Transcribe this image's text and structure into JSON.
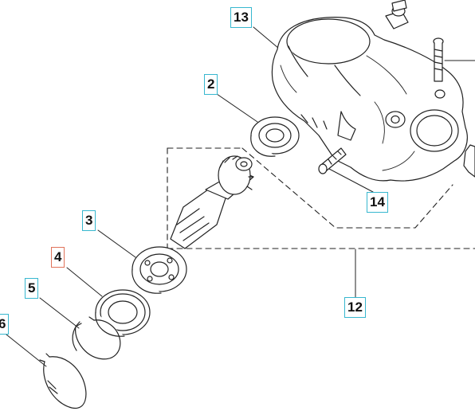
{
  "diagram": {
    "colors": {
      "callout_border": "#37b7cf",
      "callout_highlight_border": "#e0735a",
      "line": "#222222"
    },
    "callouts": {
      "c13": "13",
      "c2": "2",
      "c14": "14",
      "c3": "3",
      "c4": "4",
      "c5": "5",
      "c12": "12",
      "c6": "6"
    },
    "highlighted_callout": "4"
  }
}
